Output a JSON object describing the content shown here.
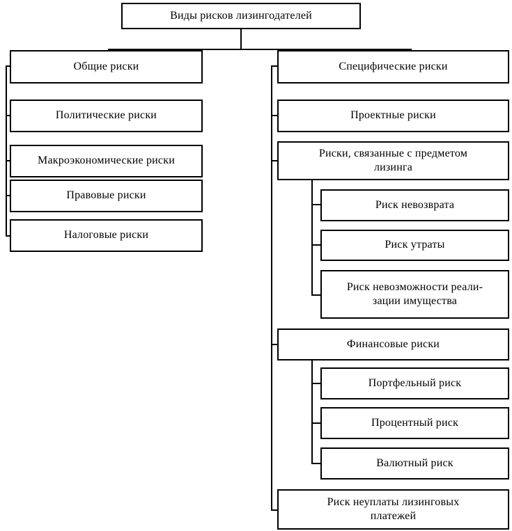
{
  "diagram": {
    "title": "Виды рисков лизингодателей",
    "type": "hierarchy-tree",
    "root": {
      "label": "Виды рисков лизингодателей"
    },
    "branches": [
      {
        "label": "Общие риски",
        "children": [
          {
            "label": "Политические риски"
          },
          {
            "label": "Макроэкономические риски"
          },
          {
            "label": "Правовые риски"
          },
          {
            "label": "Налоговые риски"
          }
        ]
      },
      {
        "label": "Специфические риски",
        "children": [
          {
            "label": "Проектные риски"
          },
          {
            "label": "Риски, связанные с предметом\nлизинга",
            "children": [
              {
                "label": "Риск невозврата"
              },
              {
                "label": "Риск утраты"
              },
              {
                "label": "Риск невозможности реали-\nзации имущества"
              }
            ]
          },
          {
            "label": "Финансовые риски",
            "children": [
              {
                "label": "Портфельный риск"
              },
              {
                "label": "Процентный риск"
              },
              {
                "label": "Валютный риск"
              }
            ]
          },
          {
            "label": "Риск неуплаты лизинговых\nплатежей"
          }
        ]
      }
    ],
    "colors": {
      "line": "#000000",
      "box_fill": "#ffffff",
      "text": "#000000"
    }
  }
}
